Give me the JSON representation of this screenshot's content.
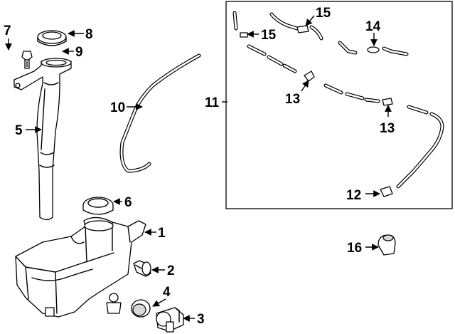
{
  "callouts": {
    "c1": "1",
    "c2": "2",
    "c3": "3",
    "c4": "4",
    "c5": "5",
    "c6": "6",
    "c7": "7",
    "c8": "8",
    "c9": "9",
    "c10": "10",
    "c11": "11",
    "c12": "12",
    "c13a": "13",
    "c13b": "13",
    "c14": "14",
    "c15a": "15",
    "c15b": "15",
    "c16": "16"
  }
}
